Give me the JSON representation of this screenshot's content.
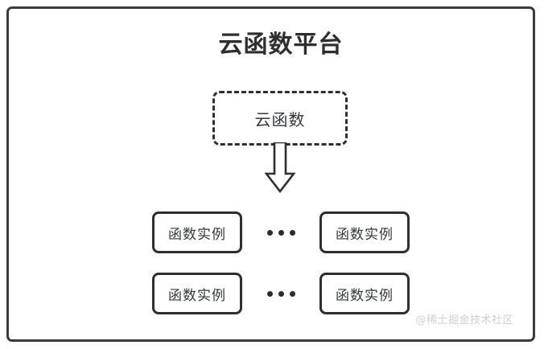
{
  "diagram": {
    "title": "云函数平台",
    "cloud_function_node": {
      "label": "云函数",
      "border_style": "dashed"
    },
    "arrow": {
      "icon": "down-block-arrow",
      "direction": "down"
    },
    "instance_rows": [
      {
        "left": {
          "label": "函数实例"
        },
        "ellipsis": "...",
        "right": {
          "label": "函数实例"
        }
      },
      {
        "left": {
          "label": "函数实例"
        },
        "ellipsis": "...",
        "right": {
          "label": "函数实例"
        }
      }
    ],
    "watermark": "@稀土掘金技术社区",
    "colors": {
      "background": "#ffffff",
      "stroke": "#2f2f2f",
      "outer_stroke": "#3b3b3b",
      "title_text": "#2e2e2e",
      "label_text": "#33373d",
      "watermark_text": "#cfcfcf"
    }
  }
}
